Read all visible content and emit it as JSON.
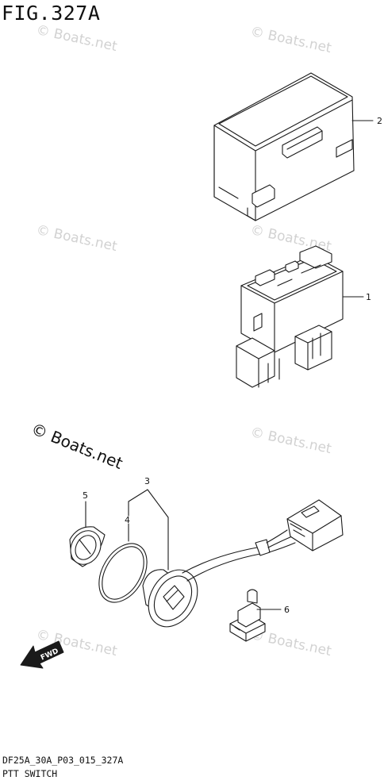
{
  "figure": {
    "title": "FIG.327A",
    "code": "DF25A_30A_P03_015_327A",
    "caption": "PTT SWITCH"
  },
  "watermark": {
    "small_text": "© Boats.net",
    "large_text": "© Boats.net"
  },
  "callouts": {
    "c1": "1",
    "c2": "2",
    "c3": "3",
    "c4": "4",
    "c5": "5",
    "c6": "6"
  },
  "direction_arrow": {
    "label": "FWD"
  }
}
